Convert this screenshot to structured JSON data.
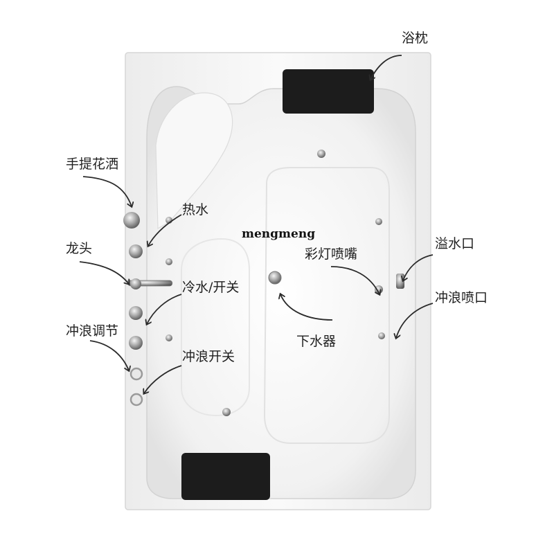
{
  "watermark": "mengmeng",
  "labels": {
    "pillow": "浴枕",
    "hand_shower": "手提花洒",
    "hot_water": "热水",
    "faucet": "龙头",
    "cold_water_switch": "冷水/开关",
    "wave_adjust": "冲浪调节",
    "wave_switch": "冲浪开关",
    "color_light_nozzle": "彩灯喷嘴",
    "drain": "下水器",
    "overflow": "溢水口",
    "wave_nozzle": "冲浪喷口"
  },
  "colors": {
    "tub_white": "#f4f4f4",
    "pillow_black": "#1c1c1c",
    "arrow": "#2a2a2a",
    "chrome": "#9a9a9a"
  }
}
